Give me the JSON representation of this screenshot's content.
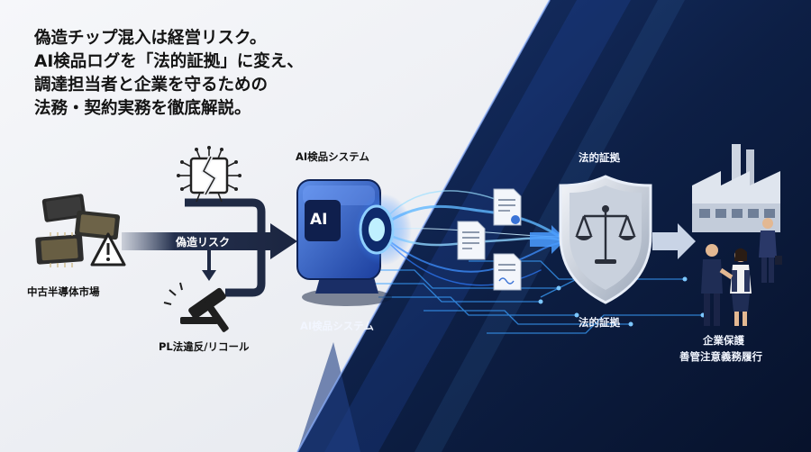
{
  "headline": {
    "line1": "偽造チップ混入は経営リスク。",
    "line2": "AI検品ログを「法的証拠」に変え、",
    "line3": "調達担当者と企業を守るための",
    "line4": "法務・契約実務を徹底解説。"
  },
  "labels": {
    "used_market": "中古半導体市場",
    "counterfeit_risk": "偽造リスク",
    "pl_violation": "PL法違反/リコール",
    "ai_system_top": "AI検品システム",
    "ai_system_bottom": "AI検品システム",
    "ai_logo": "AI",
    "evidence_top": "法的証拠",
    "evidence_bottom": "法的証拠",
    "corp_protection": "企業保護",
    "duty_of_care": "善管注意義務履行"
  },
  "icons": [
    "chip-icon",
    "warning-icon",
    "broken-chip-icon",
    "gavel-icon",
    "ai-scanner-icon",
    "document-icon",
    "shield-scale-icon",
    "factory-icon",
    "business-people-icon"
  ],
  "colors": {
    "left_bg": "#eef0f4",
    "right_bg": "#0d1f45",
    "accent": "#3aa0ff",
    "arrow": "#1f2a44"
  }
}
